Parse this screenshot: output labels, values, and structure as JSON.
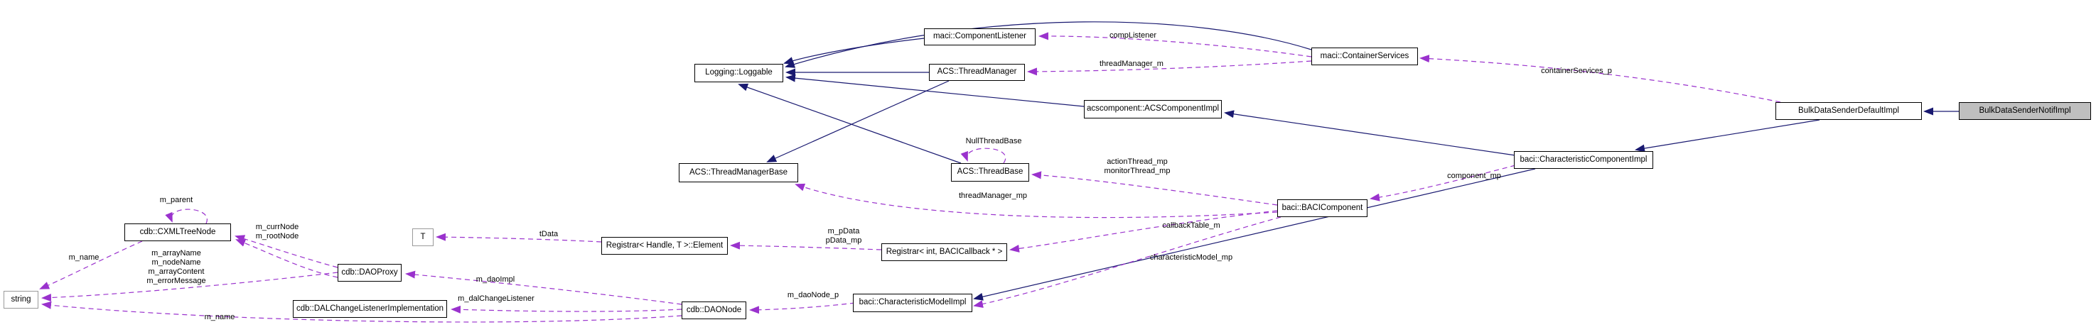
{
  "diagram": {
    "type": "doxygen-collaboration-graph",
    "background_color": "#ffffff",
    "colors": {
      "inheritance_edge": "#191970",
      "usage_edge": "#9a32cd",
      "node_border": "#000000",
      "node_fill": "#ffffff",
      "current_node_fill": "#bfbfbf",
      "external_node_border": "#9a9a9a",
      "text": "#000000"
    },
    "nodes": {
      "componentListener": {
        "label": "maci::ComponentListener"
      },
      "loggable": {
        "label": "Logging::Loggable"
      },
      "threadManager": {
        "label": "ACS::ThreadManager"
      },
      "containerServices": {
        "label": "maci::ContainerServices"
      },
      "acsComponentImpl": {
        "label": "acscomponent::ACSComponentImpl"
      },
      "bulkDefault": {
        "label": "BulkDataSenderDefaultImpl"
      },
      "bulkNotif": {
        "label": "BulkDataSenderNotifImpl"
      },
      "charComponentImpl": {
        "label": "baci::CharacteristicComponentImpl"
      },
      "threadManagerBase": {
        "label": "ACS::ThreadManagerBase"
      },
      "threadBase": {
        "label": "ACS::ThreadBase"
      },
      "baciComponent": {
        "label": "baci::BACIComponent"
      },
      "cxmlTreeNode": {
        "label": "cdb::CXMLTreeNode"
      },
      "t": {
        "label": "T"
      },
      "registrarElement": {
        "label": "Registrar< Handle, T >::Element"
      },
      "registrarInt": {
        "label": "Registrar< int, BACICallback * >"
      },
      "string": {
        "label": "string"
      },
      "daoProxy": {
        "label": "cdb::DAOProxy"
      },
      "dalChangeListener": {
        "label": "cdb::DALChangeListenerImplementation"
      },
      "daoNode": {
        "label": "cdb::DAONode"
      },
      "charModelImpl": {
        "label": "baci::CharacteristicModelImpl"
      }
    },
    "edge_labels": {
      "compListener": [
        "compListener"
      ],
      "threadManagerM": [
        "threadManager_m"
      ],
      "containerServicesP": [
        "containerServices_p"
      ],
      "nullThreadBase": [
        "NullThreadBase"
      ],
      "actionThread": [
        "actionThread_mp",
        "monitorThread_mp"
      ],
      "threadManagerMp": [
        "threadManager_mp"
      ],
      "componentMp": [
        "component_mp"
      ],
      "callbackTableM": [
        "callbackTable_m"
      ],
      "characteristicModelMp": [
        "characteristicModel_mp"
      ],
      "pData": [
        "m_pData",
        "pData_mp"
      ],
      "tData": [
        "tData"
      ],
      "mParent": [
        "m_parent"
      ],
      "currRootNode": [
        "m_currNode",
        "m_rootNode"
      ],
      "mNameUpper": [
        "m_name"
      ],
      "proxyStrings": [
        "m_arrayName",
        "m_nodeName",
        "m_arrayContent",
        "m_errorMessage"
      ],
      "mDaoImpl": [
        "m_daoImpl"
      ],
      "mDalChangeListener": [
        "m_dalChangeListener"
      ],
      "mNameLower": [
        "m_name"
      ],
      "mDaoNodeP": [
        "m_daoNode_p"
      ]
    }
  }
}
